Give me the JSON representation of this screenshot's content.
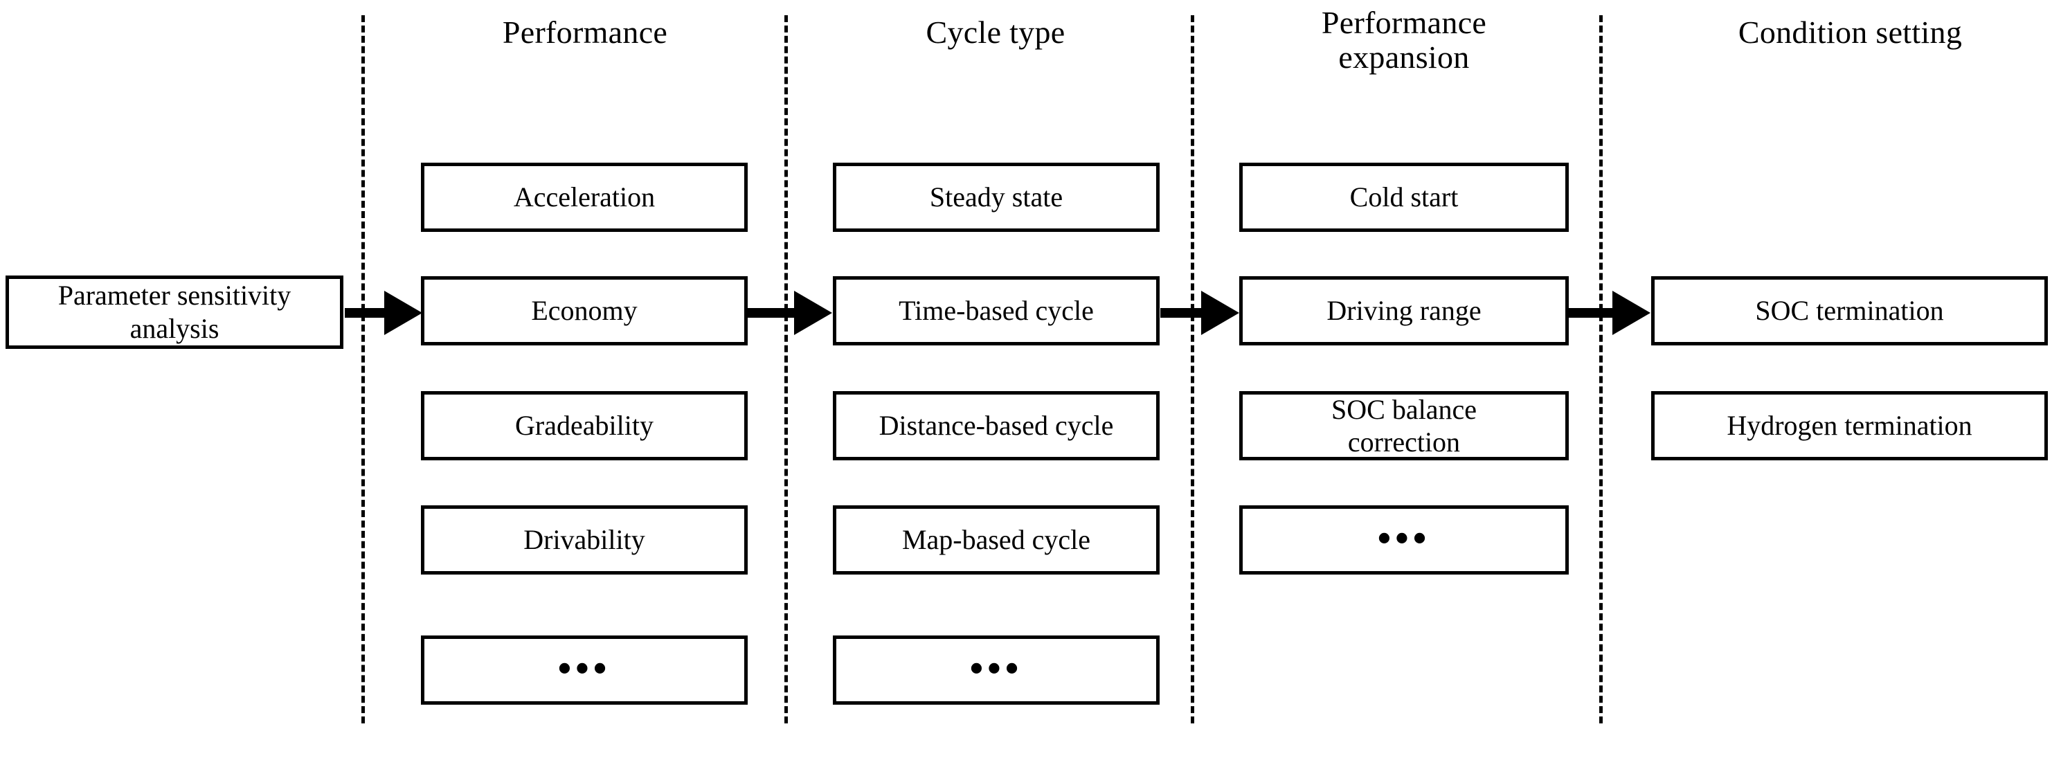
{
  "diagram": {
    "entry": {
      "label": "Parameter sensitivity\nanalysis"
    },
    "columns": [
      {
        "id": "performance",
        "header": "Performance",
        "items": [
          {
            "label": "Acceleration",
            "kind": "text"
          },
          {
            "label": "Economy",
            "kind": "text"
          },
          {
            "label": "Gradeability",
            "kind": "text"
          },
          {
            "label": "Drivability",
            "kind": "text"
          },
          {
            "label": "•••",
            "kind": "ellipsis"
          }
        ]
      },
      {
        "id": "cycle-type",
        "header": "Cycle type",
        "items": [
          {
            "label": "Steady state",
            "kind": "text"
          },
          {
            "label": "Time-based cycle",
            "kind": "text"
          },
          {
            "label": "Distance-based cycle",
            "kind": "text"
          },
          {
            "label": "Map-based cycle",
            "kind": "text"
          },
          {
            "label": "•••",
            "kind": "ellipsis"
          }
        ]
      },
      {
        "id": "performance-expansion",
        "header": "Performance\nexpansion",
        "items": [
          {
            "label": "Cold start",
            "kind": "text"
          },
          {
            "label": "Driving range",
            "kind": "text"
          },
          {
            "label": "SOC balance\ncorrection",
            "kind": "text"
          },
          {
            "label": "•••",
            "kind": "ellipsis"
          }
        ]
      },
      {
        "id": "condition-setting",
        "header": "Condition setting",
        "items": [
          {
            "label": "SOC termination",
            "kind": "text"
          },
          {
            "label": "Hydrogen termination",
            "kind": "text"
          }
        ]
      }
    ],
    "flow": {
      "arrow_count": 4,
      "arrow_direction": "right"
    },
    "colors": {
      "stroke": "#000000",
      "fill": "#ffffff",
      "text": "#000000"
    }
  }
}
